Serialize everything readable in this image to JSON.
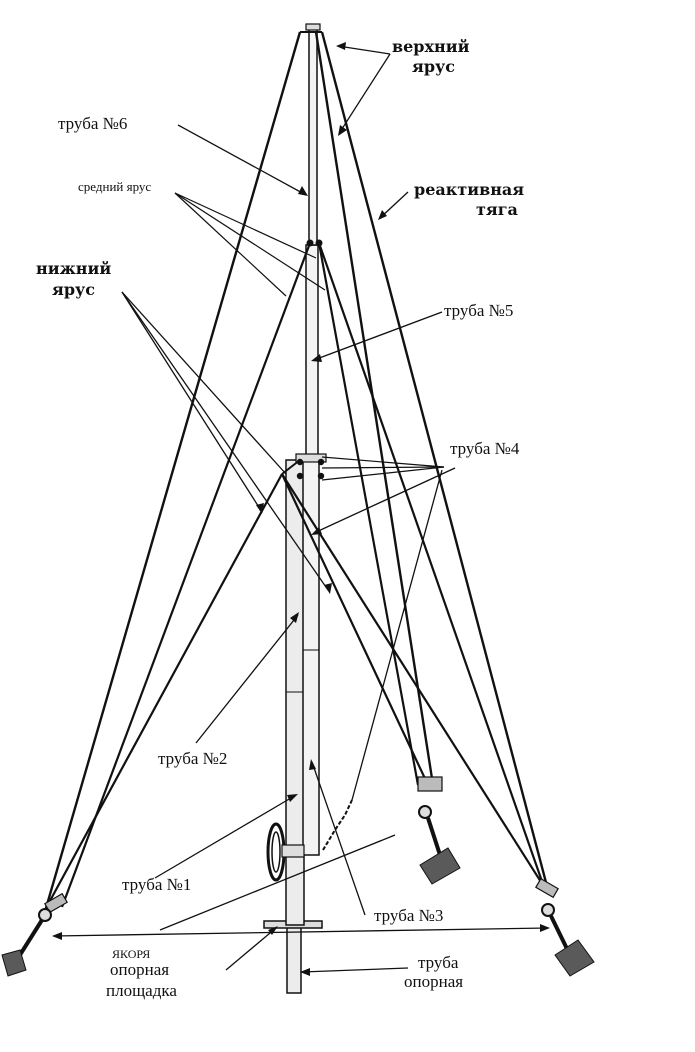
{
  "labels": {
    "upper_tier_1": "верхний",
    "upper_tier_2": "ярус",
    "tube6": "труба №6",
    "middle_tier": "средний ярус",
    "reactive_1": "реактивная",
    "reactive_2": "тяга",
    "lower_tier_1": "нижний",
    "lower_tier_2": "ярус",
    "tube5": "труба №5",
    "tube4": "труба №4",
    "tube2": "труба №2",
    "tube1": "труба №1",
    "tube3": "труба №3",
    "anchors": "ЯКОРЯ",
    "platform_1": "опорная",
    "platform_2": "площадка",
    "support_1": "труба",
    "support_2": "опорная"
  },
  "colors": {
    "ink": "#111111",
    "anchor_plate": "#5a5a5a",
    "tube_fill": "#ececec"
  }
}
